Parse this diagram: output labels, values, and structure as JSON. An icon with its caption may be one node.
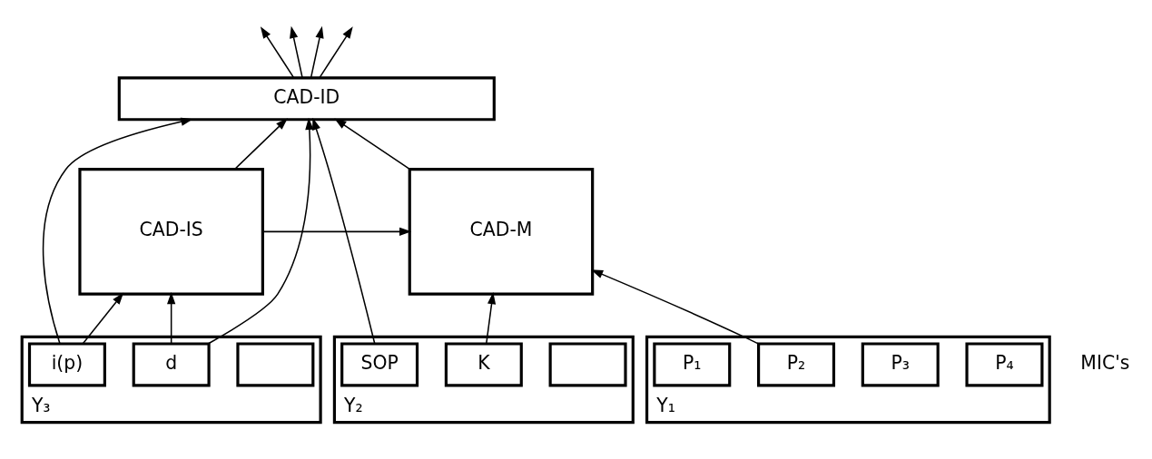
{
  "diagram": {
    "nodes": [
      {
        "text": [
          "CAD-M"
        ]
      },
      {
        "text": [
          "CAD-ID"
        ]
      },
      {
        "text": [
          "CAD-IS"
        ]
      },
      {
        "text": [
          "Y₁"
        ]
      },
      {
        "text": [
          "P₁"
        ],
        "in": 3
      },
      {
        "text": [
          "P₂"
        ],
        "in": 3
      },
      {
        "text": [
          "P₃"
        ],
        "in": 3
      },
      {
        "text": [
          "P₄"
        ],
        "in": 3
      },
      {
        "text": [
          "Y₂"
        ]
      },
      {
        "text": [
          "SOP"
        ],
        "in": 8
      },
      {
        "text": [
          "K"
        ],
        "in": 8
      },
      {
        "text": [],
        "shape": "box",
        "in": 8
      },
      {
        "text": [
          "Y₃"
        ]
      },
      {
        "text": [
          "i(p)"
        ],
        "in": 12
      },
      {
        "text": [
          "d"
        ],
        "in": 12
      },
      {
        "text": [],
        "shape": "box",
        "in": 12
      }
    ],
    "edges": [
      {
        "from": 0,
        "to": 1,
        "arrow": "to"
      },
      {
        "from": 2,
        "to": 1,
        "arrow": "to"
      },
      {
        "from": 2,
        "to": 0,
        "arrow": "to"
      },
      {
        "from": 5,
        "to": 0,
        "arrow": "to"
      },
      {
        "from": 10,
        "to": 0,
        "arrow": "to"
      },
      {
        "from": 9,
        "to": 1,
        "arrow": "to"
      },
      {
        "from": 13,
        "to": 2,
        "arrow": "to"
      },
      {
        "from": 14,
        "to": 2,
        "arrow": "to"
      },
      {
        "from": 13,
        "to": 1,
        "arrow": "to"
      },
      {
        "from": 14,
        "to": 1,
        "arrow": "to"
      },
      {
        "from": 1,
        "to": null,
        "arrow": "to"
      },
      {
        "from": 1,
        "to": null,
        "arrow": "to"
      },
      {
        "from": 1,
        "to": null,
        "arrow": "to"
      },
      {
        "from": 1,
        "to": null,
        "arrow": "to"
      }
    ],
    "labels": [
      "MIC's"
    ]
  }
}
